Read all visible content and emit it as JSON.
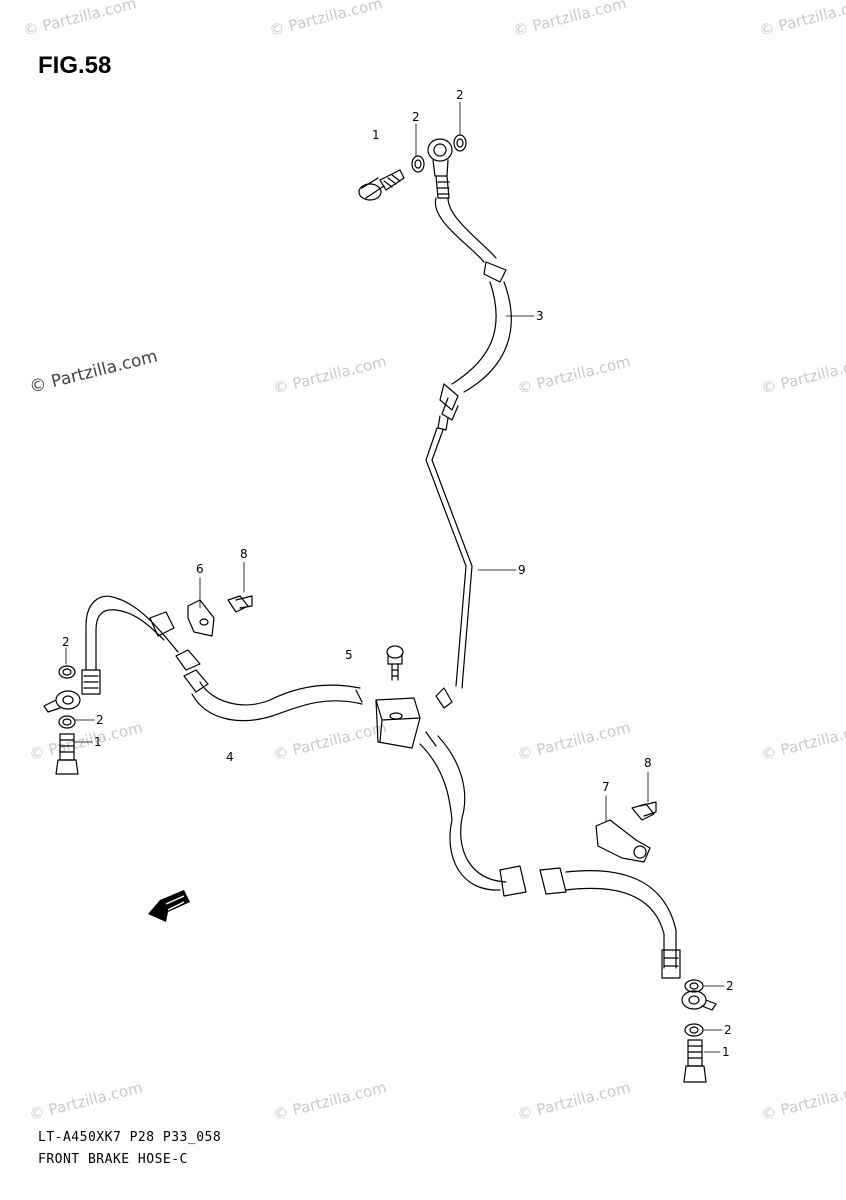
{
  "figure": {
    "title": "FIG.58"
  },
  "watermark": {
    "text": "© Partzilla.com"
  },
  "callouts": {
    "c_top_1": "2",
    "c_top_2": "2",
    "c_top_3": "1",
    "c_3": "3",
    "c_9": "9",
    "c_5": "5",
    "c_6": "6",
    "c_8a": "8",
    "c_2a": "2",
    "c_2b": "2",
    "c_1a": "1",
    "c_4": "4",
    "c_7": "7",
    "c_8b": "8",
    "c_2c": "2",
    "c_2d": "2",
    "c_1b": "1"
  },
  "footer": {
    "code": "LT-A450XK7 P28 P33_058",
    "caption": "FRONT BRAKE HOSE-C"
  }
}
